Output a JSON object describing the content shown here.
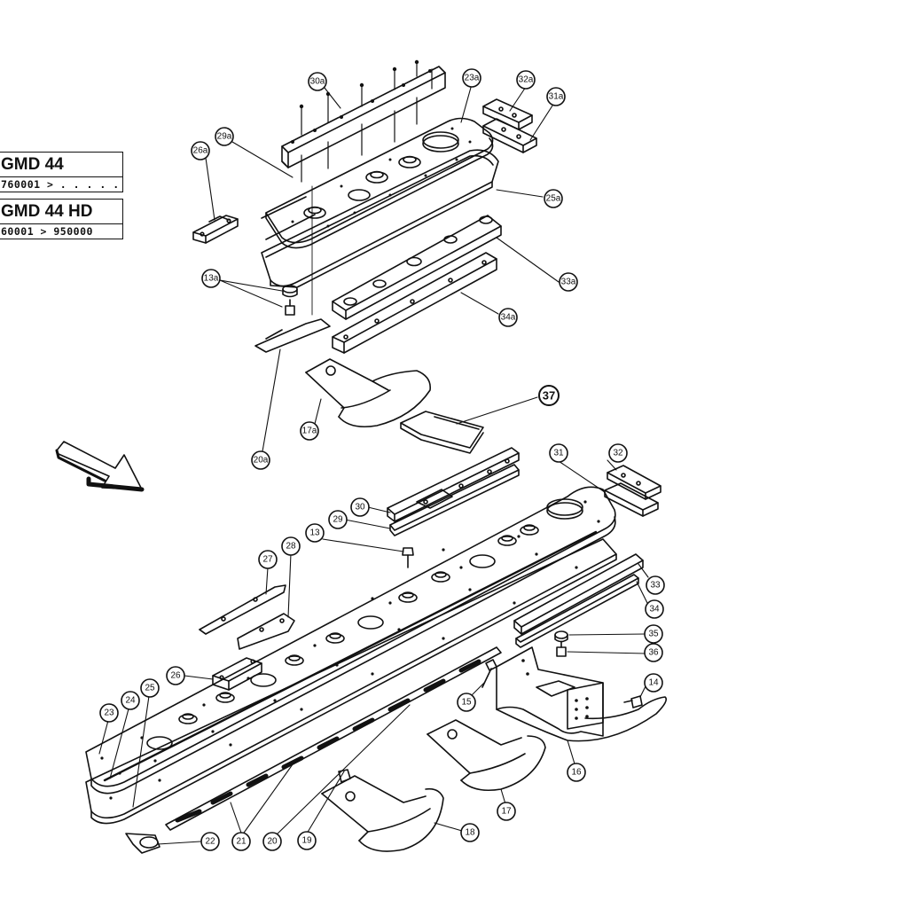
{
  "models": [
    {
      "name": "GMD 44",
      "range": "760001 >  . . . . . ."
    },
    {
      "name": "GMD 44 HD",
      "range": "60001  >  950000"
    }
  ],
  "callouts": [
    {
      "id": "30a",
      "label": "30a"
    },
    {
      "id": "23a",
      "label": "23a"
    },
    {
      "id": "32a",
      "label": "32a"
    },
    {
      "id": "31a",
      "label": "31a"
    },
    {
      "id": "29a",
      "label": "29a"
    },
    {
      "id": "26a",
      "label": "26a"
    },
    {
      "id": "25a",
      "label": "25a"
    },
    {
      "id": "13a",
      "label": "13a"
    },
    {
      "id": "33a",
      "label": "33a"
    },
    {
      "id": "34a",
      "label": "34a"
    },
    {
      "id": "37",
      "label": "37"
    },
    {
      "id": "17a",
      "label": "17a"
    },
    {
      "id": "20a",
      "label": "20a"
    },
    {
      "id": "31",
      "label": "31"
    },
    {
      "id": "32",
      "label": "32"
    },
    {
      "id": "30",
      "label": "30"
    },
    {
      "id": "29",
      "label": "29"
    },
    {
      "id": "13",
      "label": "13"
    },
    {
      "id": "27",
      "label": "27"
    },
    {
      "id": "28",
      "label": "28"
    },
    {
      "id": "33",
      "label": "33"
    },
    {
      "id": "34",
      "label": "34"
    },
    {
      "id": "35",
      "label": "35"
    },
    {
      "id": "36",
      "label": "36"
    },
    {
      "id": "14",
      "label": "14"
    },
    {
      "id": "26",
      "label": "26"
    },
    {
      "id": "15",
      "label": "15"
    },
    {
      "id": "16",
      "label": "16"
    },
    {
      "id": "23",
      "label": "23"
    },
    {
      "id": "24",
      "label": "24"
    },
    {
      "id": "25",
      "label": "25"
    },
    {
      "id": "17",
      "label": "17"
    },
    {
      "id": "18",
      "label": "18"
    },
    {
      "id": "19",
      "label": "19"
    },
    {
      "id": "20",
      "label": "20"
    },
    {
      "id": "21",
      "label": "21"
    },
    {
      "id": "22",
      "label": "22"
    }
  ],
  "colors": {
    "ink": "#111111",
    "paper": "#ffffff"
  },
  "icons": {
    "direction": "direction-arrow-icon"
  }
}
